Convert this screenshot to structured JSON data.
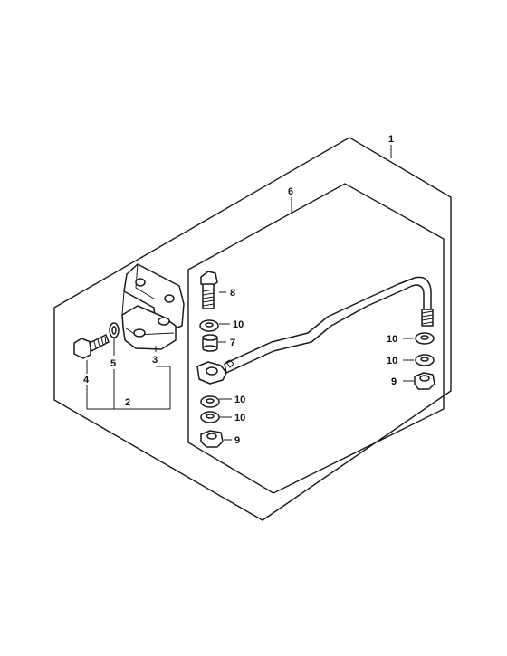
{
  "diagram": {
    "labels": {
      "c1": "1",
      "c2": "2",
      "c3": "3",
      "c4": "4",
      "c5": "5",
      "c6": "6",
      "c7": "7",
      "c8": "8",
      "c9a": "9",
      "c9b": "9",
      "c10a": "10",
      "c10b": "10",
      "c10c": "10",
      "c10d": "10",
      "c10e": "10"
    }
  }
}
